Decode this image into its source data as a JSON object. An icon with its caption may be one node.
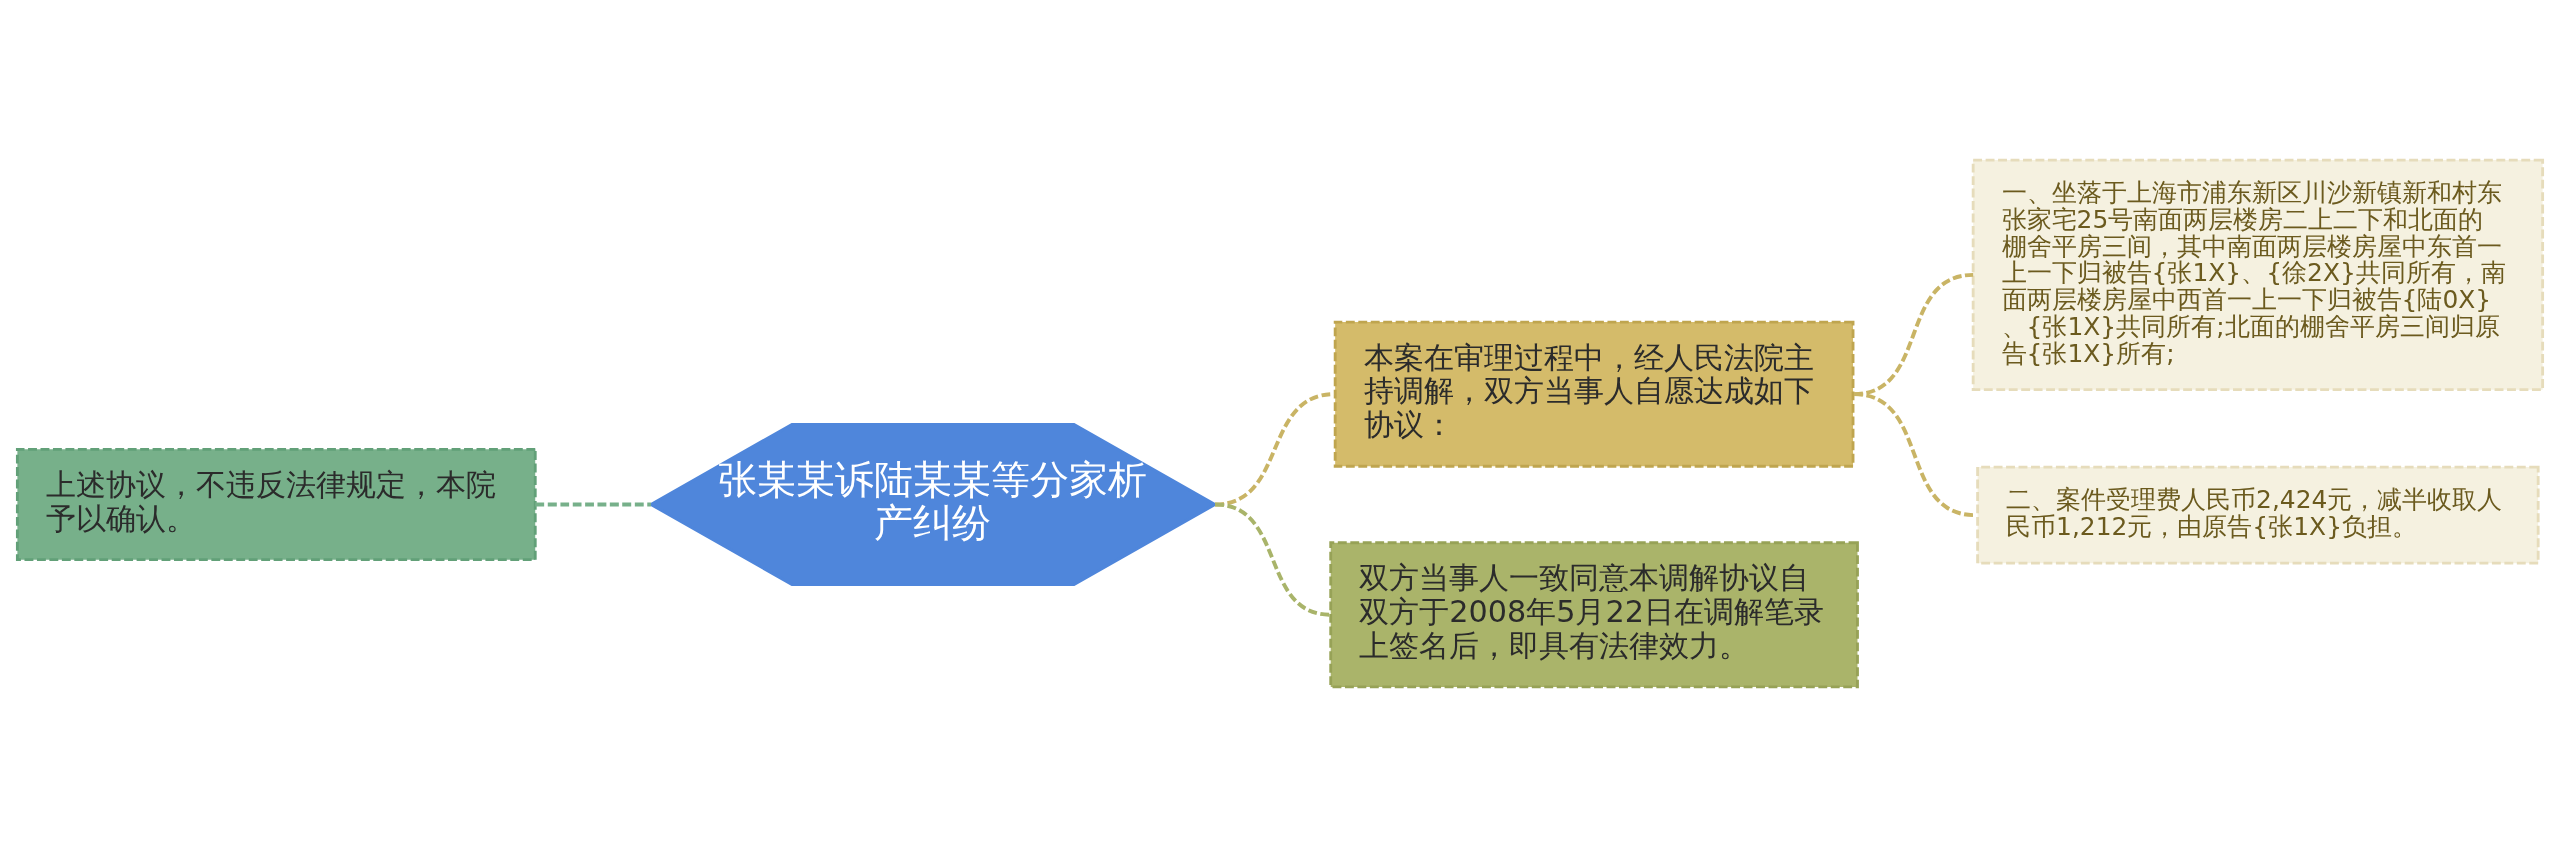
{
  "diagram": {
    "nodes": [
      {
        "text": [
          "张某某诉陆某某等分家析产纠纷"
        ]
      },
      {
        "text": [
          "本案在审理过程中，经人民法院主持调解，双方当事人自愿达成如下协议："
        ]
      },
      {
        "text": [
          "一、坐落于上海市浦东新区川沙新镇新和村东张家宅25号南面两层楼房二上二下和北面的棚舍平房三间，其中南面两层楼房屋中东首一上一下归被告{张1X}、{徐2X}共同所有，南面两层楼房屋中西首一上一下归被告{陆0X}、{张1X}共同所有;北面的棚舍平房三间归原告{张1X}所有;"
        ]
      },
      {
        "text": [
          "二、案件受理费人民币2,424元，减半收取人民币1,212元，由原告{张1X}负担。"
        ]
      },
      {
        "text": [
          "双方当事人一致同意本调解协议自双方于2008年5月22日在调解笔录上签名后，即具有法律效力。"
        ]
      },
      {
        "text": [
          "上述协议，不违反法律规定，本院予以确认。"
        ]
      }
    ],
    "edges": [
      {
        "from": 0,
        "to": 1,
        "arrow": "none",
        "style": "dashed"
      },
      {
        "from": 1,
        "to": 2,
        "arrow": "none",
        "style": "dashed"
      },
      {
        "from": 1,
        "to": 3,
        "arrow": "none",
        "style": "dashed"
      },
      {
        "from": 0,
        "to": 4,
        "arrow": "none",
        "style": "dashed",
        "color": "#a9b46a"
      },
      {
        "from": 0,
        "to": 5,
        "arrow": "none",
        "style": "dashed",
        "color": "#77b08a"
      }
    ]
  }
}
